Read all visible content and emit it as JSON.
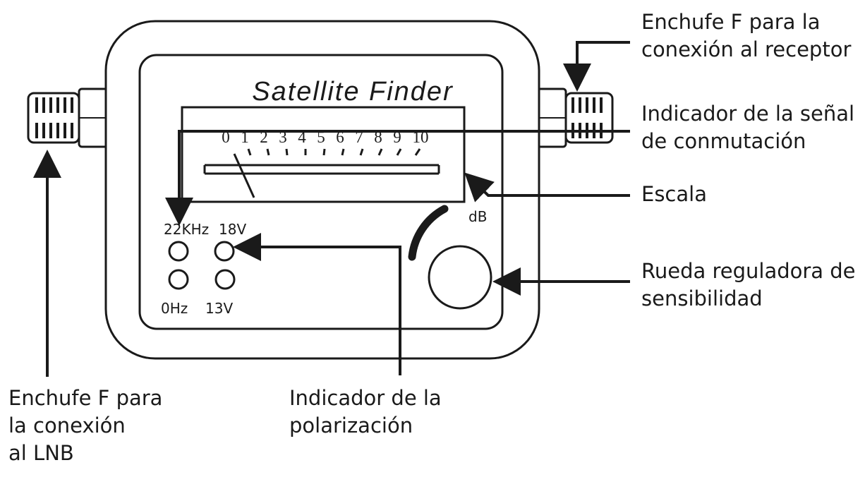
{
  "device": {
    "brand": "Satellite Finder",
    "scale_ticks": [
      "0",
      "1",
      "2",
      "3",
      "4",
      "5",
      "6",
      "7",
      "8",
      "9",
      "10"
    ],
    "led_top_left": "22KHz",
    "led_top_right": "18V",
    "led_bottom_left": "0Hz",
    "led_bottom_right": "13V",
    "db_label": "dB"
  },
  "callouts": {
    "receiver_connector": "Enchufe F para la\nconexión al receptor",
    "switch_signal_indicator": "Indicador de la señal\nde conmutación",
    "scale": "Escala",
    "sensitivity_wheel": "Rueda reguladora de\nsensibilidad",
    "lnb_connector": "Enchufe F para\nla conexión\nal LNB",
    "polarization_indicator": "Indicador de la\npolarización"
  },
  "colors": {
    "line": "#1a1a1a",
    "text": "#1a1a1a",
    "background": "#ffffff"
  }
}
